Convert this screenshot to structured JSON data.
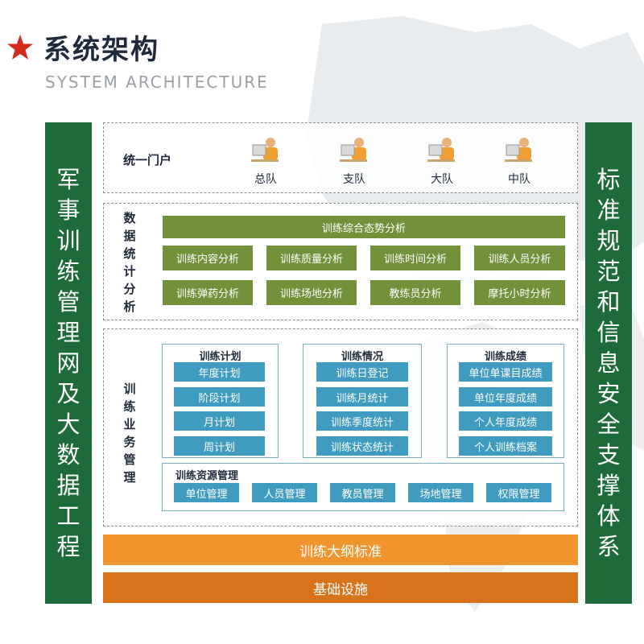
{
  "header": {
    "title": "系统架构",
    "subtitle": "SYSTEM ARCHITECTURE"
  },
  "left_pillar": "军事训练管理网及大数据工程",
  "right_pillar": "标准规范和信息安全支撑体系",
  "portal": {
    "label": "统一门户",
    "items": [
      "总队",
      "支队",
      "大队",
      "中队"
    ]
  },
  "stats": {
    "label": "数据统计分析",
    "overview": "训练综合态势分析",
    "items": [
      "训练内容分析",
      "训练质量分析",
      "训练时间分析",
      "训练人员分析",
      "训练弹药分析",
      "训练场地分析",
      "教练员分析",
      "摩托小时分析"
    ]
  },
  "business": {
    "label": "训练业务管理",
    "plan": {
      "title": "训练计划",
      "items": [
        "年度计划",
        "阶段计划",
        "月计划",
        "周计划"
      ]
    },
    "status": {
      "title": "训练情况",
      "items": [
        "训练日登记",
        "训练月统计",
        "训练季度统计",
        "训练状态统计"
      ]
    },
    "results": {
      "title": "训练成绩",
      "items": [
        "单位单课目成绩",
        "单位年度成绩",
        "个人年度成绩",
        "个人训练档案"
      ]
    },
    "resources": {
      "title": "训练资源管理",
      "items": [
        "单位管理",
        "人员管理",
        "教员管理",
        "场地管理",
        "权限管理"
      ]
    }
  },
  "standard_bar": "训练大纲标准",
  "infra_bar": "基础设施",
  "colors": {
    "pillar_green": "#1e6b3a",
    "olive": "#71913a",
    "blue": "#3f9bbf",
    "orange_light": "#f0952e",
    "orange_dark": "#d9731b",
    "star_red": "#d42a1e"
  }
}
